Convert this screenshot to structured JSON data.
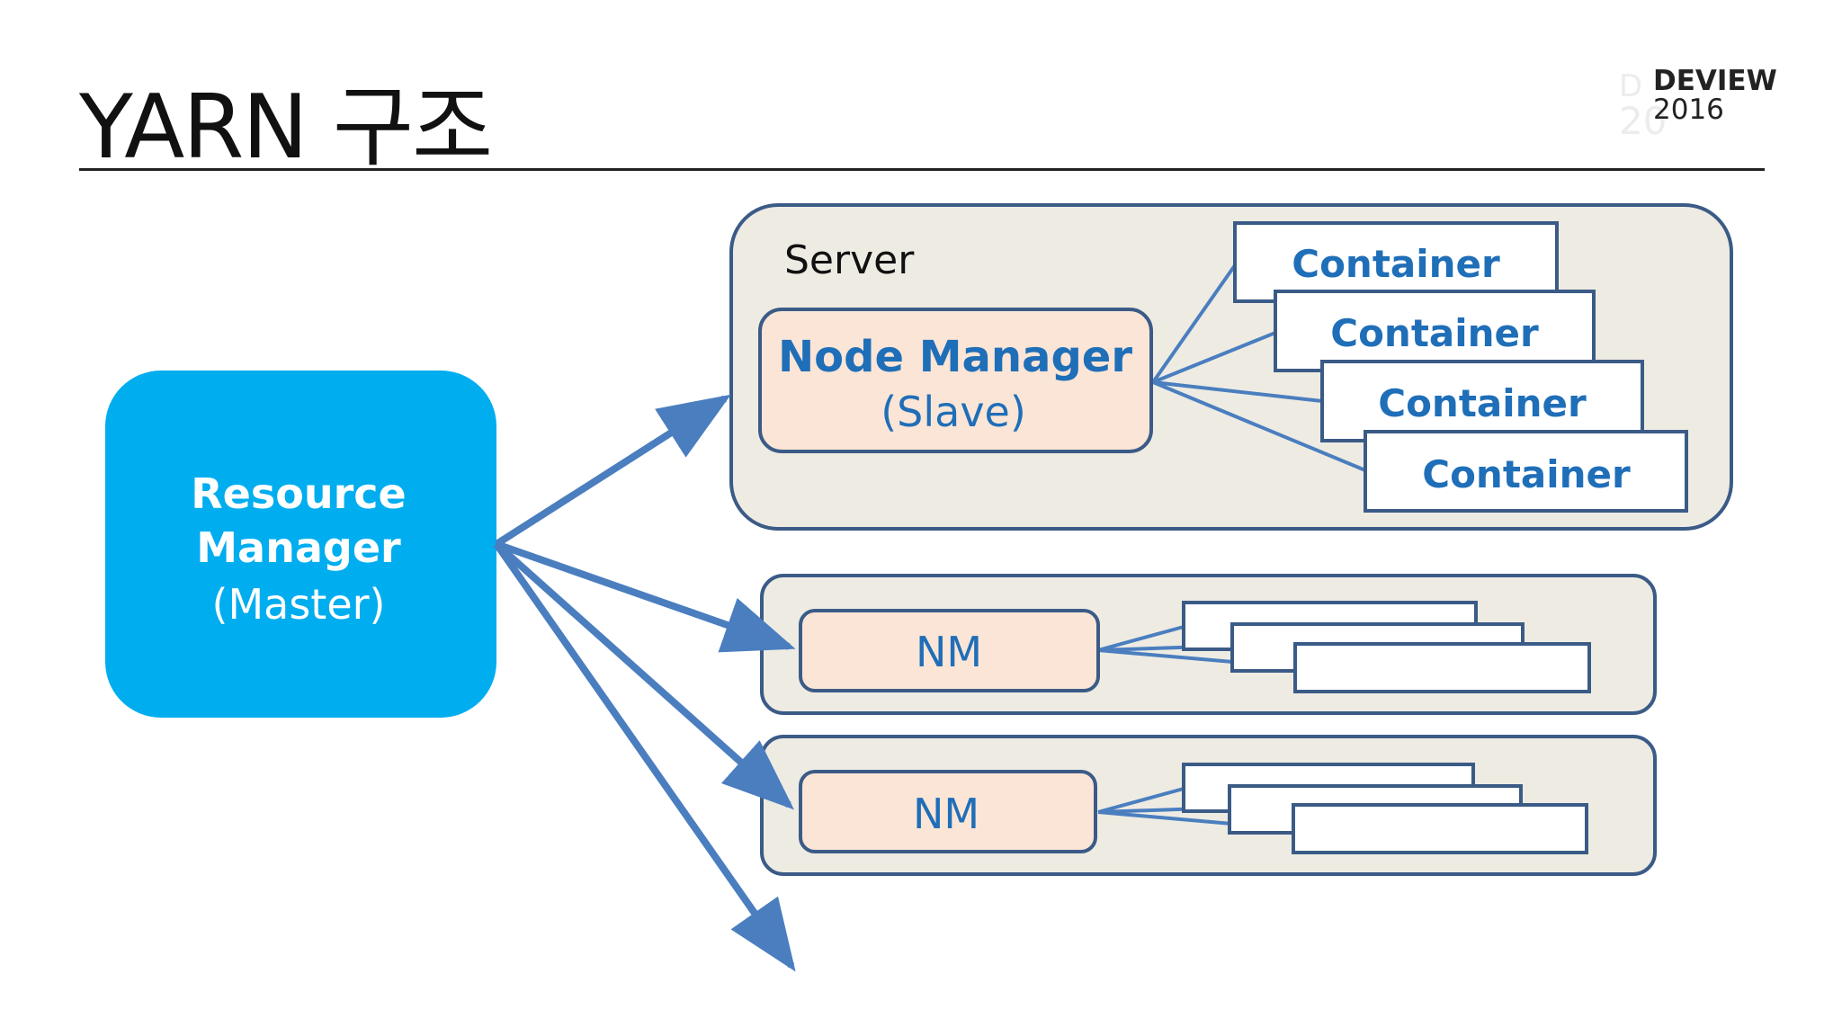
{
  "slide": {
    "title": "YARN 구조",
    "logo": {
      "brand": "DEVIEW",
      "year": "2016"
    }
  },
  "diagram": {
    "resource_manager": {
      "line1": "Resource",
      "line2": "Manager",
      "role": "(Master)"
    },
    "server": {
      "label": "Server",
      "node_manager": {
        "name": "Node Manager",
        "role": "(Slave)"
      },
      "containers": [
        "Container",
        "Container",
        "Container",
        "Container"
      ]
    },
    "nm_rows": [
      {
        "label": "NM",
        "container_count": 3
      },
      {
        "label": "NM",
        "container_count": 3
      }
    ]
  },
  "colors": {
    "master_fill": "#00adef",
    "node_manager_fill": "#fbe5d6",
    "server_fill": "#eeebe3",
    "border": "#3b5b87",
    "arrow": "#4a7ebf",
    "container_text": "#1f6eb8"
  }
}
